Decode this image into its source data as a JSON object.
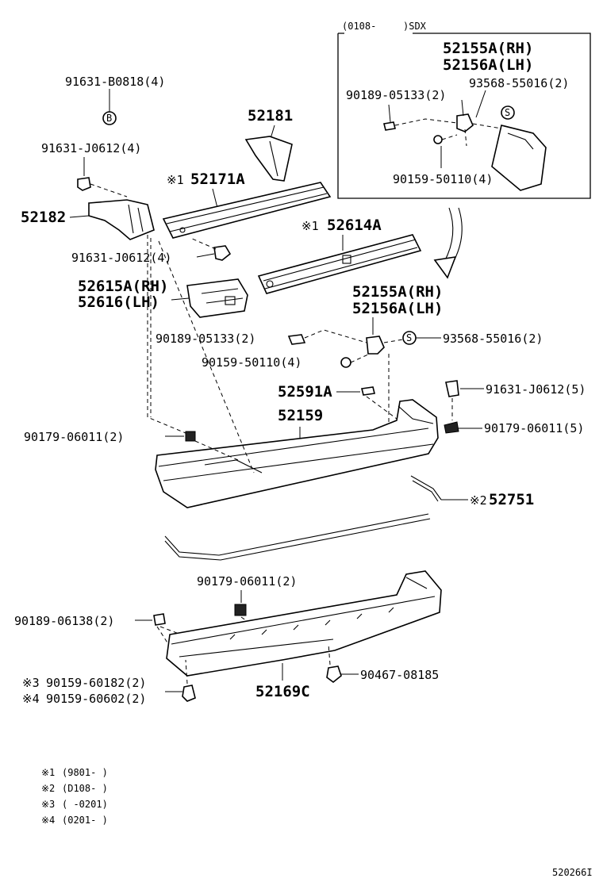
{
  "inset": {
    "header_left": "(0108-",
    "header_right": ")SDX",
    "p52155a": "52155A(RH)",
    "p52156a": "52156A(LH)",
    "p90189": "90189-05133(2)",
    "p93568": "93568-55016(2)",
    "p90159": "90159-50110(4)",
    "s_mark": "S"
  },
  "labels": {
    "l91631b": "91631-B0818(4)",
    "b_mark": "B",
    "l91631j_top": "91631-J0612(4)",
    "l52182": "52182",
    "l52181": "52181",
    "l52171a_mark": "※1",
    "l52171a": "52171A",
    "l52614a_mark": "※1",
    "l52614a": "52614A",
    "l91631j_mid": "91631-J0612(4)",
    "l52615a": "52615A(RH)",
    "l52616": "52616(LH)",
    "l52155a": "52155A(RH)",
    "l52156a": "52156A(LH)",
    "l90189_05133": "90189-05133(2)",
    "l93568": "93568-55016(2)",
    "s_mark": "S",
    "l90159_50110": "90159-50110(4)",
    "l52591a": "52591A",
    "l91631j_5": "91631-J0612(5)",
    "l52159": "52159",
    "l90179_left": "90179-06011(2)",
    "l90179_right": "90179-06011(5)",
    "l52751_mark": "※2",
    "l52751": "52751",
    "l90179_low": "90179-06011(2)",
    "l90189_06138": "90189-06138(2)",
    "l90467": "90467-08185",
    "l90159_60182_mark": "※3",
    "l90159_60182": "90159-60182(2)",
    "l90159_60602_mark": "※4",
    "l90159_60602": "90159-60602(2)",
    "l52169c": "52169C"
  },
  "notes": [
    {
      "mark": "※1",
      "text": "(9801-      )"
    },
    {
      "mark": "※2",
      "text": "(D108-      )"
    },
    {
      "mark": "※3",
      "text": "(      -0201)"
    },
    {
      "mark": "※4",
      "text": "(0201-      )"
    }
  ],
  "diagram_id": "520266I"
}
